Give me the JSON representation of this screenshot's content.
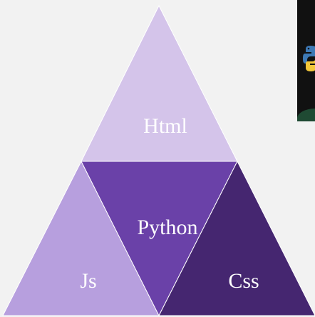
{
  "pyramid": {
    "top": {
      "label": "Html",
      "color": "#d4c4ea"
    },
    "middle": {
      "label": "Python",
      "color": "#6a41a8"
    },
    "left": {
      "label": "Js",
      "color": "#b79fde"
    },
    "right": {
      "label": "Css",
      "color": "#452670"
    },
    "edge_color": "#ffffff"
  },
  "thumbnail": {
    "icon": "python-logo-icon",
    "background": "#111111",
    "band_color": "#1f4a33"
  }
}
